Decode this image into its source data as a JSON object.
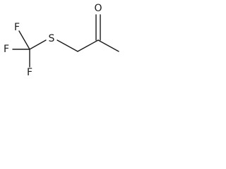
{
  "molecule": {
    "atoms": {
      "oxygen": "O",
      "sulfur": "S",
      "fluorine_top": "F",
      "fluorine_left": "F",
      "fluorine_bottom": "F"
    }
  }
}
